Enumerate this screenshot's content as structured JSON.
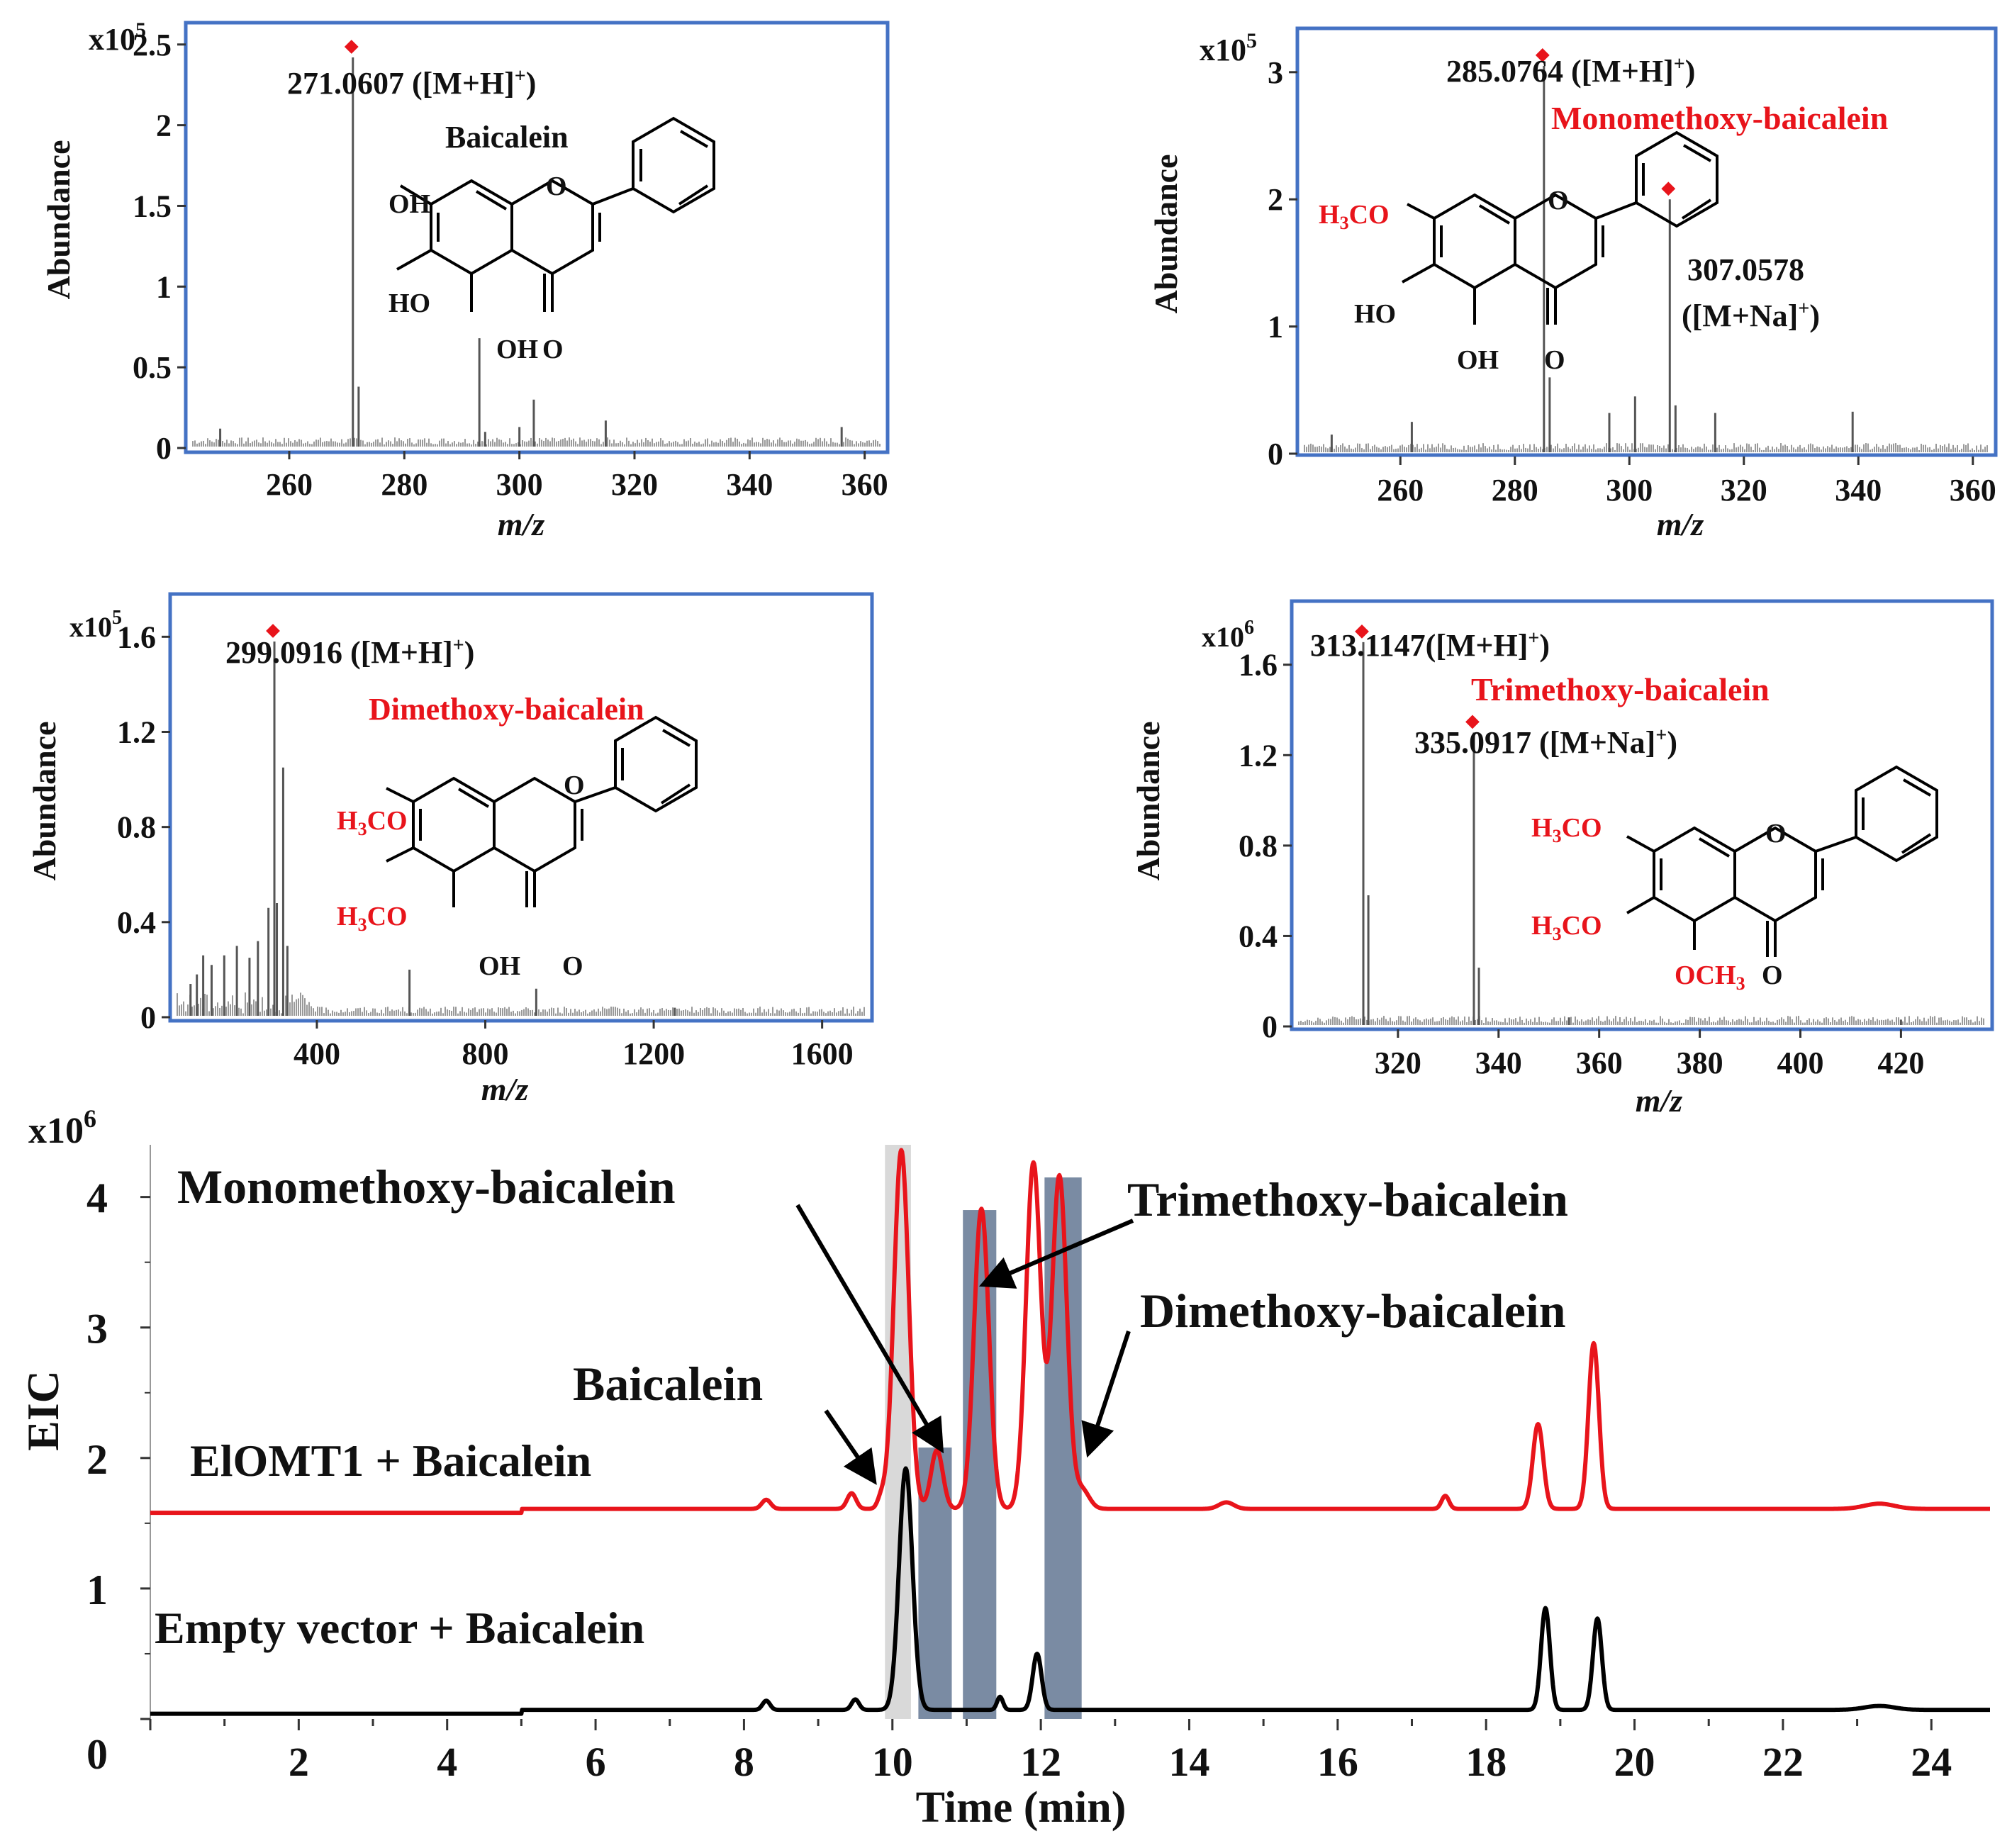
{
  "colors": {
    "red": "#e8141b",
    "black": "#000000",
    "frame": "#4472c4",
    "band_dark": "#7a8ba3",
    "band_light": "#d9d9d9"
  },
  "chart_data": [
    {
      "id": "ms_baicalein",
      "type": "spectrum",
      "title": "",
      "xlabel": "m/z",
      "ylabel": "Abundance",
      "scale": "x10",
      "scale_exp": "5",
      "xlim": [
        243,
        363
      ],
      "ylim": [
        0,
        2.6
      ],
      "xticks": [
        "260",
        "280",
        "300",
        "320",
        "340",
        "360"
      ],
      "xtick_values": [
        260,
        280,
        300,
        320,
        340,
        360
      ],
      "yticks": [
        "0",
        "0.5",
        "1",
        "1.5",
        "2",
        "2.5"
      ],
      "ytick_values": [
        0,
        0.5,
        1,
        1.5,
        2,
        2.5
      ],
      "compound": "Baicalein",
      "peaks": [
        {
          "x": 271.06,
          "y": 2.42,
          "marked": true
        },
        {
          "x": 272.06,
          "y": 0.38
        },
        {
          "x": 293.04,
          "y": 0.68
        },
        {
          "x": 294.05,
          "y": 0.1
        },
        {
          "x": 302.5,
          "y": 0.3
        },
        {
          "x": 315.0,
          "y": 0.17
        },
        {
          "x": 300.0,
          "y": 0.13
        },
        {
          "x": 248.0,
          "y": 0.12
        },
        {
          "x": 356.0,
          "y": 0.13
        }
      ],
      "annotations": [
        {
          "text": "271.0607  ([M+H]",
          "sup": "+",
          "after": ")",
          "red": false
        }
      ]
    },
    {
      "id": "ms_monomethoxy",
      "type": "spectrum",
      "title": "",
      "xlabel": "m/z",
      "ylabel": "Abundance",
      "scale": "x10",
      "scale_exp": "5",
      "xlim": [
        243,
        363
      ],
      "ylim": [
        0,
        3.3
      ],
      "xticks": [
        "260",
        "280",
        "300",
        "320",
        "340",
        "360"
      ],
      "xtick_values": [
        260,
        280,
        300,
        320,
        340,
        360
      ],
      "yticks": [
        "0",
        "1",
        "2",
        "3"
      ],
      "ytick_values": [
        0,
        1,
        2,
        3
      ],
      "compound": "Monomethoxy-baicalein",
      "peaks": [
        {
          "x": 285.08,
          "y": 3.05,
          "marked": true
        },
        {
          "x": 286.08,
          "y": 0.6
        },
        {
          "x": 307.06,
          "y": 2.0,
          "marked": true
        },
        {
          "x": 308.06,
          "y": 0.38
        },
        {
          "x": 301.0,
          "y": 0.45
        },
        {
          "x": 296.5,
          "y": 0.32
        },
        {
          "x": 315.0,
          "y": 0.32
        },
        {
          "x": 339.0,
          "y": 0.33
        },
        {
          "x": 262.0,
          "y": 0.25
        },
        {
          "x": 248.0,
          "y": 0.15
        }
      ]
    },
    {
      "id": "ms_dimethoxy",
      "type": "spectrum",
      "title": "",
      "xlabel": "m/z",
      "ylabel": "Abundance",
      "scale": "x10",
      "scale_exp": "5",
      "xlim": [
        65,
        1705
      ],
      "ylim": [
        0,
        1.75
      ],
      "xticks": [
        "400",
        "800",
        "1200",
        "1600"
      ],
      "xtick_values": [
        400,
        800,
        1200,
        1600
      ],
      "yticks": [
        "0",
        "0.4",
        "0.8",
        "1.2",
        "1.6"
      ],
      "ytick_values": [
        0,
        0.4,
        0.8,
        1.2,
        1.6
      ],
      "compound": "Dimethoxy-baicalein",
      "peaks": [
        {
          "x": 299.09,
          "y": 1.58,
          "marked": true
        },
        {
          "x": 320.0,
          "y": 1.05
        },
        {
          "x": 285.0,
          "y": 0.46
        },
        {
          "x": 305.0,
          "y": 0.48
        },
        {
          "x": 330.0,
          "y": 0.3
        },
        {
          "x": 260.0,
          "y": 0.32
        },
        {
          "x": 240.0,
          "y": 0.25
        },
        {
          "x": 210.0,
          "y": 0.3
        },
        {
          "x": 180.0,
          "y": 0.26
        },
        {
          "x": 150.0,
          "y": 0.22
        },
        {
          "x": 130.0,
          "y": 0.26
        },
        {
          "x": 115.0,
          "y": 0.18
        },
        {
          "x": 100.0,
          "y": 0.14
        },
        {
          "x": 620.0,
          "y": 0.2
        },
        {
          "x": 921.0,
          "y": 0.12
        },
        {
          "x": 1250.0,
          "y": 0.04
        }
      ]
    },
    {
      "id": "ms_trimethoxy",
      "type": "spectrum",
      "title": "",
      "xlabel": "m/z",
      "ylabel": "Abundance",
      "scale": "x10",
      "scale_exp": "6",
      "xlim": [
        300,
        437
      ],
      "ylim": [
        0,
        1.85
      ],
      "xticks": [
        "320",
        "340",
        "360",
        "380",
        "400",
        "420"
      ],
      "xtick_values": [
        320,
        340,
        360,
        380,
        400,
        420
      ],
      "yticks": [
        "0",
        "0.4",
        "0.8",
        "1.2",
        "1.6"
      ],
      "ytick_values": [
        0,
        0.4,
        0.8,
        1.2,
        1.6
      ],
      "compound": "Trimethoxy-baicalein",
      "peaks": [
        {
          "x": 313.11,
          "y": 1.7,
          "marked": true
        },
        {
          "x": 314.11,
          "y": 0.58
        },
        {
          "x": 335.09,
          "y": 1.3,
          "marked": true
        },
        {
          "x": 336.09,
          "y": 0.26
        },
        {
          "x": 354.0,
          "y": 0.04
        },
        {
          "x": 420.0,
          "y": 0.03
        }
      ]
    }
  ],
  "eic": {
    "type": "line",
    "title": "",
    "xlabel": "Time (min)",
    "ylabel": "EIC",
    "scale": "x10",
    "scale_exp": "6",
    "xlim": [
      0,
      24.8
    ],
    "ylim": [
      0,
      4.4
    ],
    "xticks": [
      "2",
      "4",
      "6",
      "8",
      "10",
      "12",
      "14",
      "16",
      "18",
      "20",
      "22",
      "24"
    ],
    "xtick_values": [
      2,
      4,
      6,
      8,
      10,
      12,
      14,
      16,
      18,
      20,
      22,
      24
    ],
    "yticks": [
      "0",
      "1",
      "2",
      "3",
      "4"
    ],
    "ytick_values": [
      0,
      1,
      2,
      3,
      4
    ],
    "bands": [
      {
        "x0": 9.9,
        "x1": 10.25,
        "top": 4.4,
        "shade": "light"
      },
      {
        "x0": 10.35,
        "x1": 10.8,
        "top": 2.08,
        "shade": "dark"
      },
      {
        "x0": 10.95,
        "x1": 11.4,
        "top": 3.9,
        "shade": "dark"
      },
      {
        "x0": 12.05,
        "x1": 12.55,
        "top": 4.15,
        "shade": "dark"
      }
    ],
    "series": [
      {
        "name": "ElOMT1 + Baicalein",
        "color": "#e8141b",
        "baseline": 1.58,
        "offset_start": 5.0,
        "peaks": [
          {
            "t": 8.3,
            "h": 0.07,
            "w": 0.06
          },
          {
            "t": 9.45,
            "h": 0.12,
            "w": 0.06
          },
          {
            "t": 9.85,
            "h": 0.08,
            "w": 0.05
          },
          {
            "t": 10.12,
            "h": 2.75,
            "w": 0.1
          },
          {
            "t": 10.6,
            "h": 0.45,
            "w": 0.08
          },
          {
            "t": 11.2,
            "h": 2.3,
            "w": 0.1
          },
          {
            "t": 11.9,
            "h": 2.65,
            "w": 0.1
          },
          {
            "t": 12.25,
            "h": 2.55,
            "w": 0.1
          },
          {
            "t": 12.55,
            "h": 0.15,
            "w": 0.1
          },
          {
            "t": 14.5,
            "h": 0.05,
            "w": 0.1
          },
          {
            "t": 17.45,
            "h": 0.1,
            "w": 0.05
          },
          {
            "t": 18.7,
            "h": 0.65,
            "w": 0.07
          },
          {
            "t": 19.45,
            "h": 1.27,
            "w": 0.07
          },
          {
            "t": 23.3,
            "h": 0.04,
            "w": 0.2
          }
        ]
      },
      {
        "name": "Empty vector + Baicalein",
        "color": "#000000",
        "baseline": 0.04,
        "offset_start": 5.0,
        "peaks": [
          {
            "t": 8.3,
            "h": 0.07,
            "w": 0.05
          },
          {
            "t": 9.5,
            "h": 0.08,
            "w": 0.05
          },
          {
            "t": 10.18,
            "h": 1.85,
            "w": 0.09
          },
          {
            "t": 11.45,
            "h": 0.1,
            "w": 0.04
          },
          {
            "t": 11.95,
            "h": 0.43,
            "w": 0.06
          },
          {
            "t": 18.8,
            "h": 0.78,
            "w": 0.06
          },
          {
            "t": 19.5,
            "h": 0.7,
            "w": 0.06
          },
          {
            "t": 23.3,
            "h": 0.03,
            "w": 0.2
          }
        ]
      }
    ],
    "callouts": [
      {
        "text": "Monomethoxy-baicalein"
      },
      {
        "text": "Trimethoxy-baicalein"
      },
      {
        "text": "Dimethoxy-baicalein"
      },
      {
        "text": "Baicalein"
      }
    ]
  },
  "labels": {
    "ms1_annot": "271.0607  ([M+H]",
    "ms1_name": "Baicalein",
    "ms2_annot": "285.0764  ([M+H]",
    "ms2_name": "Monomethoxy-baicalein",
    "ms2_annot2a": "307.0578",
    "ms2_annot2b": "([M+Na]",
    "ms3_annot": "299.0916 ([M+H]",
    "ms3_name": "Dimethoxy-baicalein",
    "ms4_annot": "313.1147([M+H]",
    "ms4_name": "Trimethoxy-baicalein",
    "ms4_annot2": "335.0917 ([M+Na]",
    "sup_plus": "+",
    "close_paren": ")",
    "oh": "OH",
    "ho": "HO",
    "o": "O",
    "h3co": "H",
    "sub3": "3",
    "co": "CO",
    "och3_a": "OCH",
    "eic_series1": "ElOMT1 + Baicalein",
    "eic_series2": "Empty vector + Baicalein"
  }
}
